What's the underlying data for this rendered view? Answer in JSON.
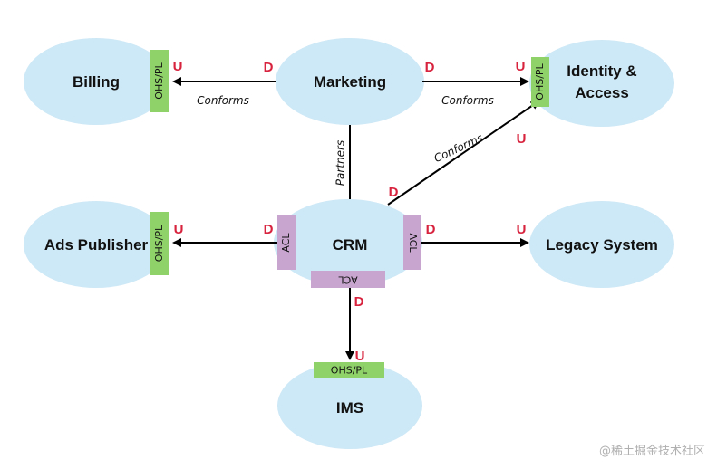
{
  "contexts": {
    "billing": "Billing",
    "marketing": "Marketing",
    "identity_line1": "Identity &",
    "identity_line2": "Access",
    "ads": "Ads Publisher",
    "crm": "CRM",
    "legacy": "Legacy System",
    "ims": "IMS"
  },
  "patterns": {
    "ohs": "OHS/PL",
    "acl": "ACL"
  },
  "roles": {
    "downstream": "D",
    "upstream": "U"
  },
  "relations": {
    "conforms": "Conforms",
    "partners": "Partners"
  },
  "watermark": "@稀土掘金技术社区",
  "colors": {
    "context_fill": "#cde8f6",
    "ohs_fill": "#90d26a",
    "acl_fill": "#c7a5cf",
    "role_text": "#d8233e"
  }
}
